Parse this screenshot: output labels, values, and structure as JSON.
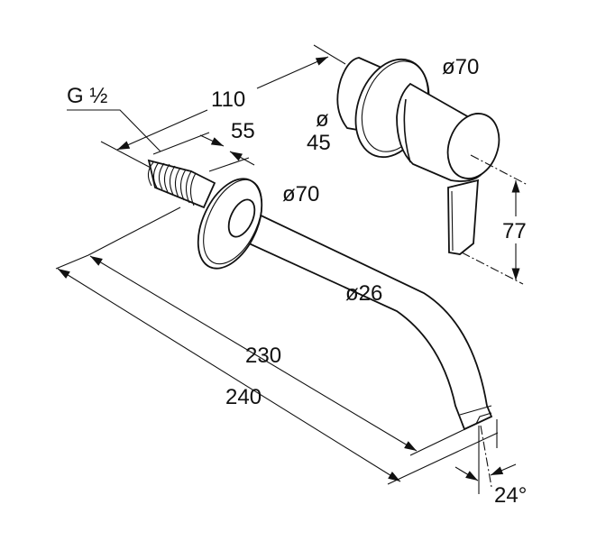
{
  "title": "Wall-mounted basin mixer dimension drawing",
  "labels": {
    "thread": "G ½",
    "dim_110": "110",
    "dim_55": "55",
    "flange_diameter_spout": "ø70",
    "flange_diameter_mixer": "ø70",
    "body_diameter_symbol": "ø",
    "body_diameter_value": "45",
    "lever_height": "77",
    "spout_diameter": "ø26",
    "dim_230": "230",
    "dim_240": "240",
    "spout_angle": "24°"
  },
  "colors": {
    "line": "#111111",
    "background": "#ffffff"
  }
}
